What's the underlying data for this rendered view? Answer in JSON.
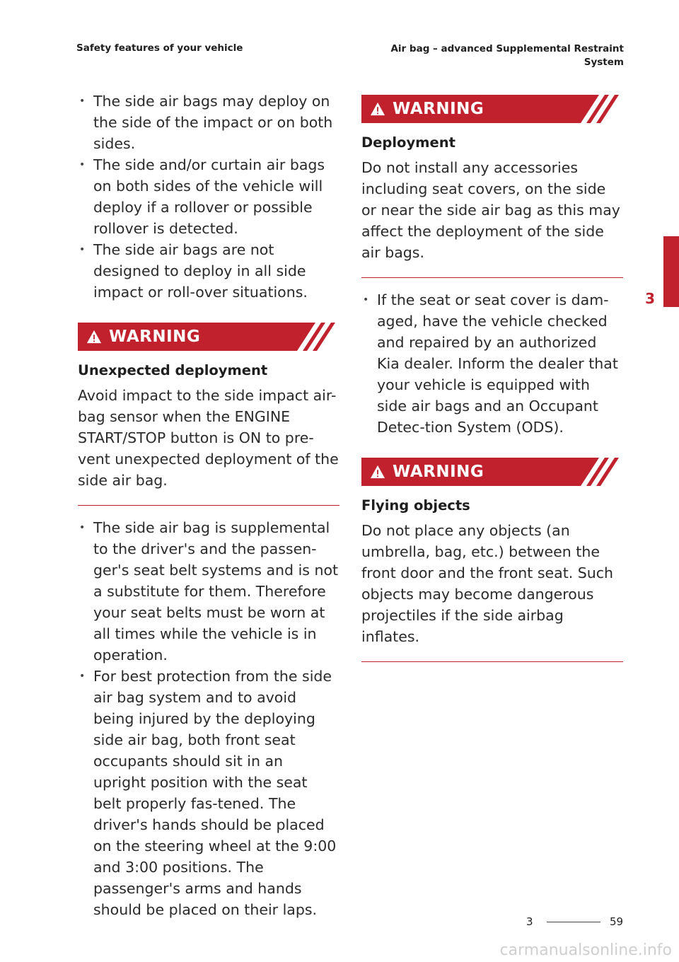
{
  "header": {
    "left": "Safety features of your vehicle",
    "right_line1": "Air bag – advanced Supplemental Restraint",
    "right_line2": "System"
  },
  "left_column": {
    "bullets_top": [
      "The side air bags may deploy on the side of the impact or on both sides.",
      "The side and/or curtain air bags on both sides of the vehicle will deploy if a rollover or possible rollover is detected.",
      "The side air bags are not designed to deploy in all side impact or roll-over situations."
    ],
    "warning": {
      "label": "WARNING",
      "title": "Unexpected deployment",
      "body": "Avoid impact to the side impact air-bag sensor when the ENGINE START/STOP button is ON to pre-vent unexpected deployment of the side air bag."
    },
    "bullets_bottom": [
      "The side air bag is supplemental to the driver's and the passen-ger's seat belt systems and is not a substitute for them. Therefore your seat belts must be worn at all times while the vehicle is in operation.",
      "For best protection from the side air bag system and to avoid being injured by the deploying side air bag, both front seat occupants should sit in an upright position with the seat belt properly fas-tened. The driver's hands should be placed on the steering wheel at the 9:00 and 3:00 positions. The passenger's arms and hands should be placed on their laps."
    ]
  },
  "right_column": {
    "warning1": {
      "label": "WARNING",
      "title": "Deployment",
      "body": "Do not install any accessories including seat covers, on the side or near the side air bag as this may affect the deployment of the side air bags."
    },
    "bullets": [
      "If the seat or seat cover is dam-aged, have the vehicle checked and repaired by an authorized Kia dealer. Inform the dealer that your vehicle is equipped with side air bags and an Occupant Detec-tion System (ODS)."
    ],
    "warning2": {
      "label": "WARNING",
      "title": "Flying objects",
      "body": "Do not place any objects (an umbrella, bag, etc.) between the front door and the front seat. Such objects may become dangerous projectiles if the side airbag inflates."
    }
  },
  "side_tab": {
    "number": "3"
  },
  "footer": {
    "section": "3",
    "page": "59"
  },
  "watermark": "carmanualsonline.info",
  "colors": {
    "accent": "#c0212d"
  }
}
